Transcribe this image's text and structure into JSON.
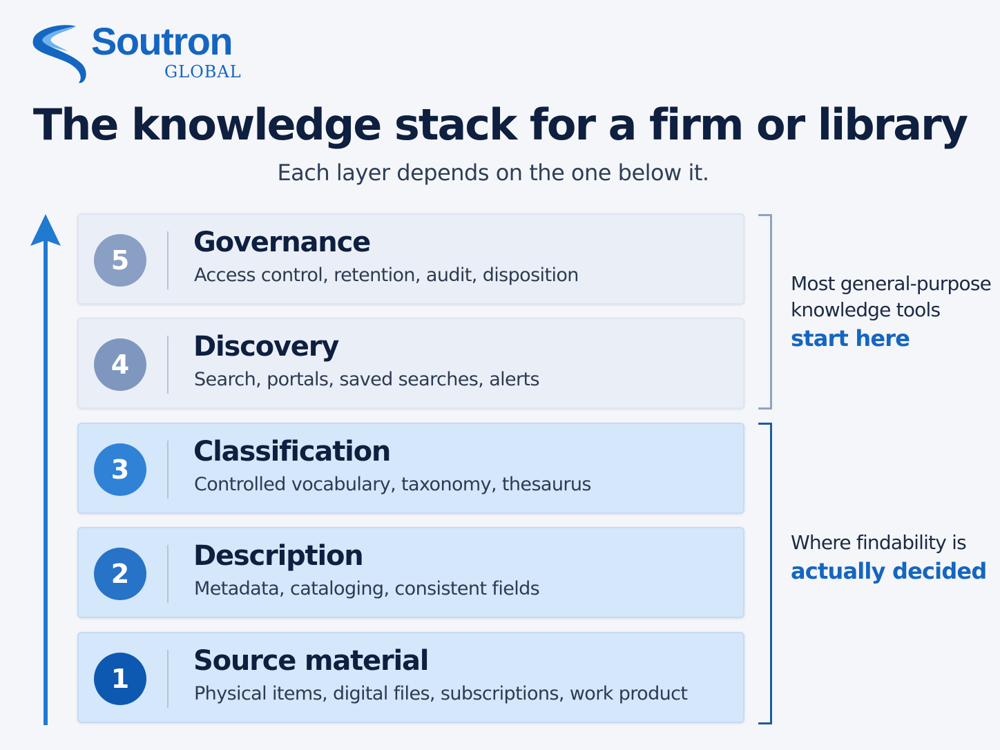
{
  "brand": {
    "name": "Soutron",
    "sub": "GLOBAL",
    "color": "#1566c0"
  },
  "header": {
    "title": "The knowledge stack for a firm or library",
    "subtitle": "Each layer depends on the one below it."
  },
  "layers": [
    {
      "number": "5",
      "name": "Governance",
      "description": "Access control, retention, audit, disposition",
      "circle_color": "#8a9fc4"
    },
    {
      "number": "4",
      "name": "Discovery",
      "description": "Search, portals, saved searches, alerts",
      "circle_color": "#7f97bf"
    },
    {
      "number": "3",
      "name": "Classification",
      "description": "Controlled vocabulary, taxonomy, thesaurus",
      "circle_color": "#2f82d6"
    },
    {
      "number": "2",
      "name": "Description",
      "description": "Metadata, cataloging, consistent fields",
      "circle_color": "#2673c7"
    },
    {
      "number": "1",
      "name": "Source material",
      "description": "Physical items, digital files, subscriptions, work product",
      "circle_color": "#0d58b0"
    }
  ],
  "annotations": {
    "top": {
      "line1": "Most general-purpose",
      "line2": "knowledge tools",
      "emphasis": "start here"
    },
    "bottom": {
      "line1": "Where findability is",
      "emphasis": "actually decided"
    }
  },
  "colors": {
    "arrow": "#1f7ad0",
    "upper_card": "#eaeff7",
    "lower_card": "#d5e7fa",
    "upper_bracket": "#8fa3be",
    "lower_bracket": "#1f5a9c",
    "accent": "#1566c0"
  }
}
